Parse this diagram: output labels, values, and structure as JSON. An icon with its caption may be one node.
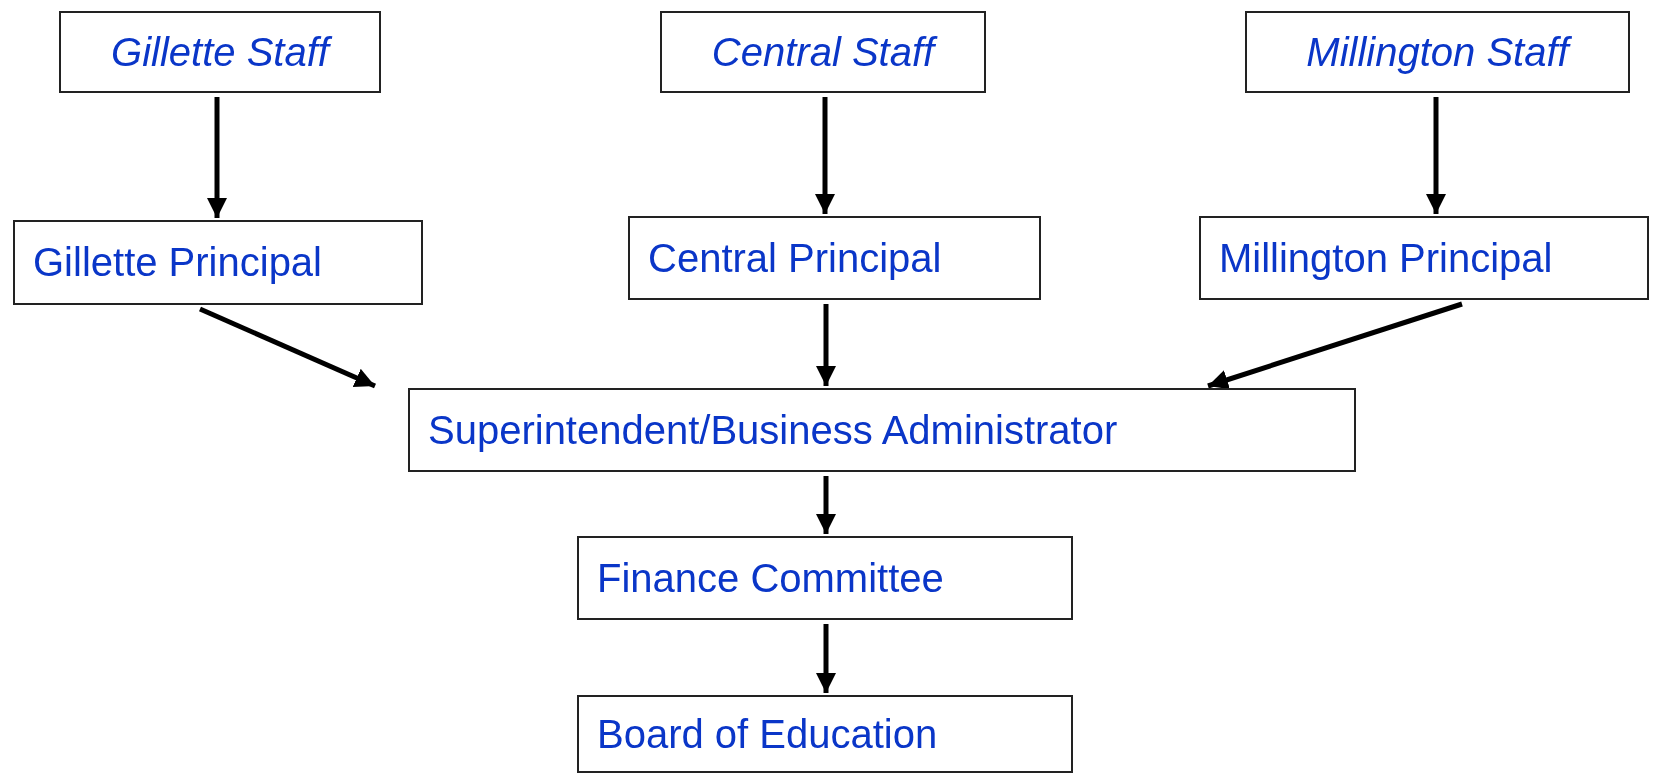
{
  "diagram": {
    "nodes": [
      {
        "text": [
          "Gillette Staff"
        ]
      },
      {
        "text": [
          "Central Staff"
        ]
      },
      {
        "text": [
          "Millington Staff"
        ]
      },
      {
        "text": [
          "Gillette Principal"
        ]
      },
      {
        "text": [
          "Central Principal"
        ]
      },
      {
        "text": [
          "Millington Principal"
        ]
      },
      {
        "text": [
          "Superintendent/Business Administrator"
        ]
      },
      {
        "text": [
          "Finance Committee"
        ]
      },
      {
        "text": [
          "Board of Education"
        ]
      }
    ],
    "edges": [
      {
        "from": 0,
        "to": 3,
        "arrow": "to"
      },
      {
        "from": 1,
        "to": 4,
        "arrow": "to"
      },
      {
        "from": 2,
        "to": 5,
        "arrow": "to"
      },
      {
        "from": 3,
        "to": 6,
        "arrow": "to"
      },
      {
        "from": 4,
        "to": 6,
        "arrow": "to"
      },
      {
        "from": 5,
        "to": 6,
        "arrow": "to"
      },
      {
        "from": 6,
        "to": 7,
        "arrow": "to"
      },
      {
        "from": 7,
        "to": 8,
        "arrow": "to"
      }
    ]
  }
}
